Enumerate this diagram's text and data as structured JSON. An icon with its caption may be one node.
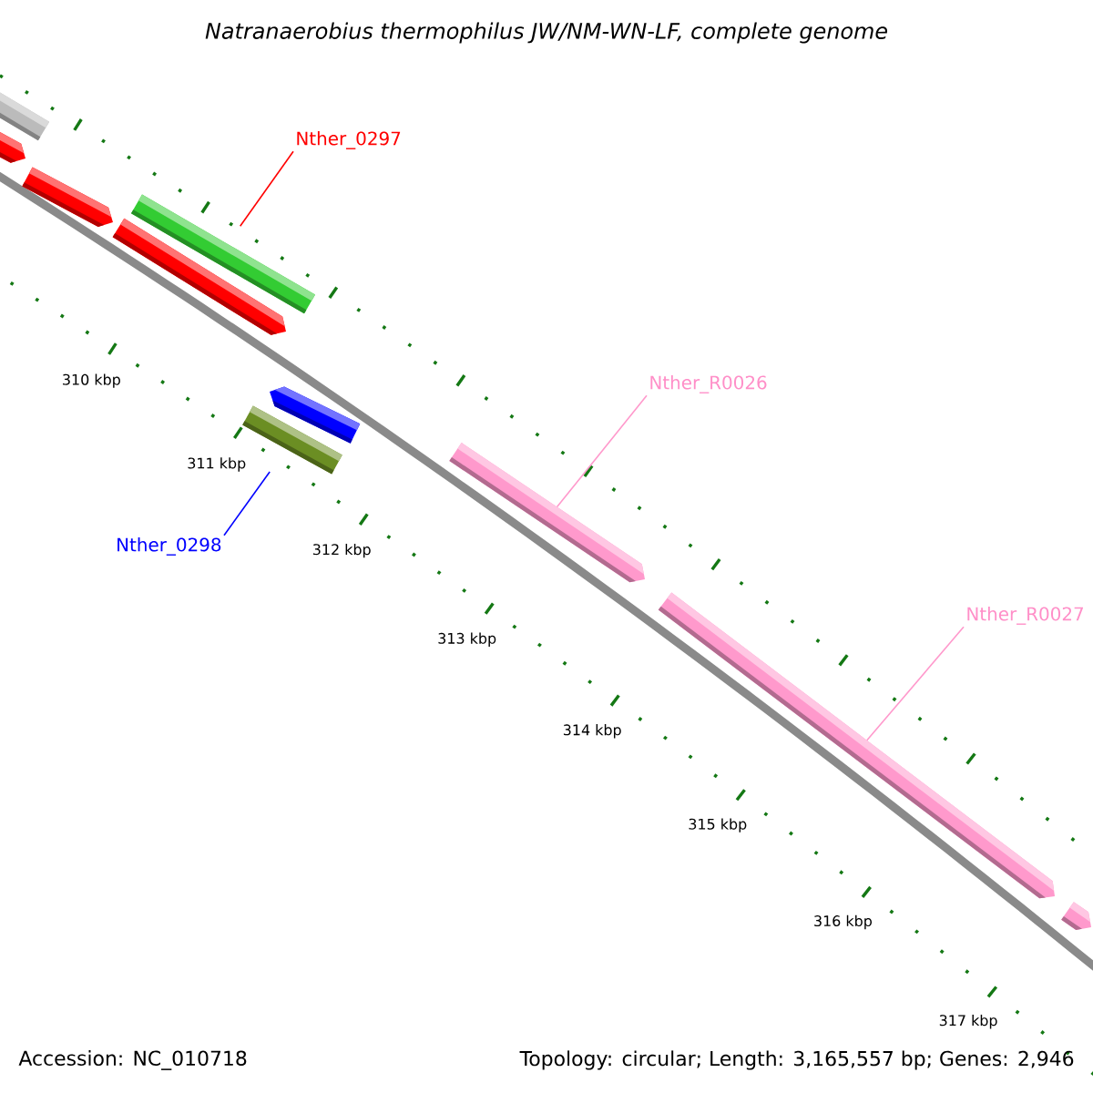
{
  "diagram": {
    "title": "Natranaerobius thermophilus JW/NM-WN-LF, complete genome",
    "nodes": [
      {
        "text": [
          "Nther_0297"
        ]
      },
      {
        "text": [],
        "shape": "bar"
      },
      {
        "text": [
          "Nther_0298"
        ]
      },
      {
        "text": [],
        "shape": "bar"
      },
      {
        "text": [
          "Nther_R0026"
        ]
      },
      {
        "text": [],
        "shape": "bar"
      },
      {
        "text": [
          "Nther_R0027"
        ]
      },
      {
        "text": [],
        "shape": "bar"
      }
    ],
    "edges": [
      {
        "from": 0,
        "to": 1,
        "arrow": "none",
        "color": "#ff0000"
      },
      {
        "from": 2,
        "to": 3,
        "arrow": "none",
        "color": "#0000ff"
      },
      {
        "from": 4,
        "to": 5,
        "arrow": "none",
        "color": "#ff99cc"
      },
      {
        "from": 6,
        "to": 7,
        "arrow": "none",
        "color": "#ff99cc"
      }
    ],
    "labels": [
      "310 kbp",
      "311 kbp",
      "312 kbp",
      "313 kbp",
      "314 kbp",
      "315 kbp",
      "316 kbp",
      "317 kbp",
      "Accession: NC_010718",
      "Topology: circular; Length: 3,165,557 bp; Genes: 2,946"
    ]
  }
}
